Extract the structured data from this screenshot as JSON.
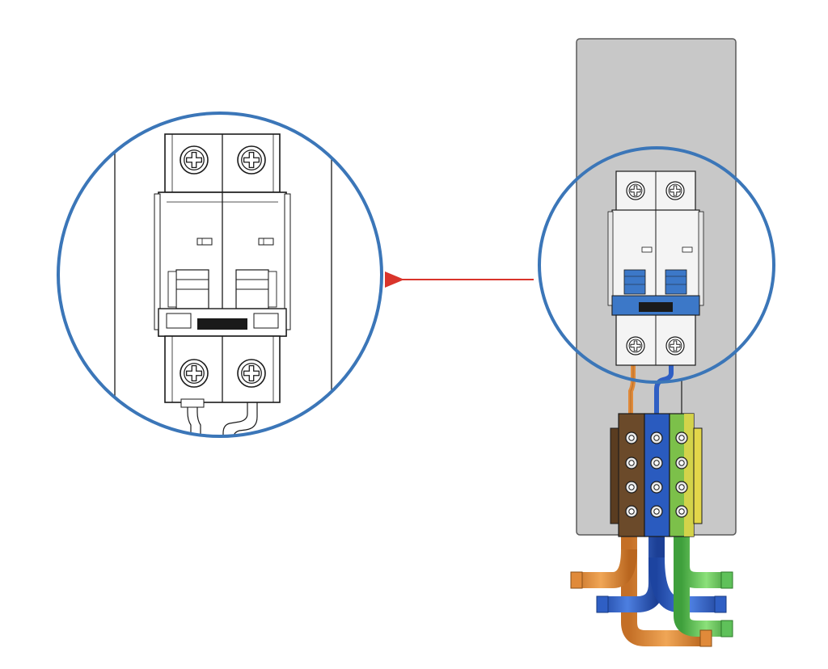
{
  "diagram": {
    "colors": {
      "background": "#ffffff",
      "panel": "#c8c8c8",
      "panel_outline": "#5a5a5a",
      "callout_circle": "#3b76b8",
      "arrow": "#d9342b",
      "breaker_body": "#f4f4f4",
      "breaker_outline": "#1a1a1a",
      "breaker_toggle_accent": "#3c78c8",
      "terminal_brown": "#6b4a2a",
      "terminal_blue": "#2a5bbf",
      "terminal_green_yellow": "#7cc04a",
      "wire_brown": "#e08a3a",
      "wire_blue": "#2f5fc4",
      "wire_green_yellow": "#5fc15a"
    },
    "components": [
      {
        "name": "din-rail-panel",
        "icon": "mounting-panel"
      },
      {
        "name": "two-pole-circuit-breaker",
        "icon": "breaker-icon",
        "poles": 2
      },
      {
        "name": "terminal-block",
        "icon": "terminal-block-icon",
        "columns": 3,
        "screws_per_column": 4
      },
      {
        "name": "cable-bundle",
        "icon": "cable-icon",
        "wires": 3
      }
    ],
    "callout": {
      "type": "zoom-detail",
      "arrow_direction": "left",
      "subject": "two-pole-circuit-breaker"
    }
  }
}
